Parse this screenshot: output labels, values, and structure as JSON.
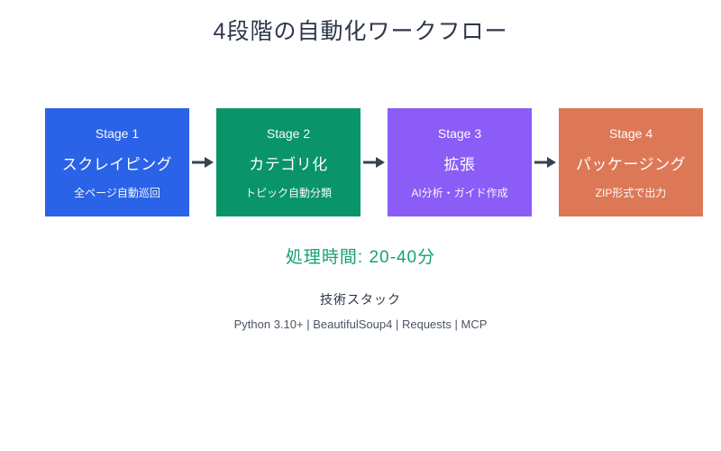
{
  "page": {
    "title": "4段階の自動化ワークフロー"
  },
  "stages": [
    {
      "name": "Stage 1",
      "label": "スクレイピング",
      "description": "全ページ自動巡回",
      "color": "#2a62e8"
    },
    {
      "name": "Stage 2",
      "label": "カテゴリ化",
      "description": "トピック自動分類",
      "color": "#0a9469"
    },
    {
      "name": "Stage 3",
      "label": "拡張",
      "description": "AI分析・ガイド作成",
      "color": "#8b5cf6"
    },
    {
      "name": "Stage 4",
      "label": "パッケージング",
      "description": "ZIP形式で出力",
      "color": "#dd7856"
    }
  ],
  "arrow_icon": "right-arrow",
  "arrow_color": "#374151",
  "processing_time": {
    "text": "処理時間: 20-40分",
    "color": "#15a173"
  },
  "tech_stack": {
    "heading": "技術スタック",
    "items": "Python 3.10+ | BeautifulSoup4 | Requests | MCP"
  }
}
